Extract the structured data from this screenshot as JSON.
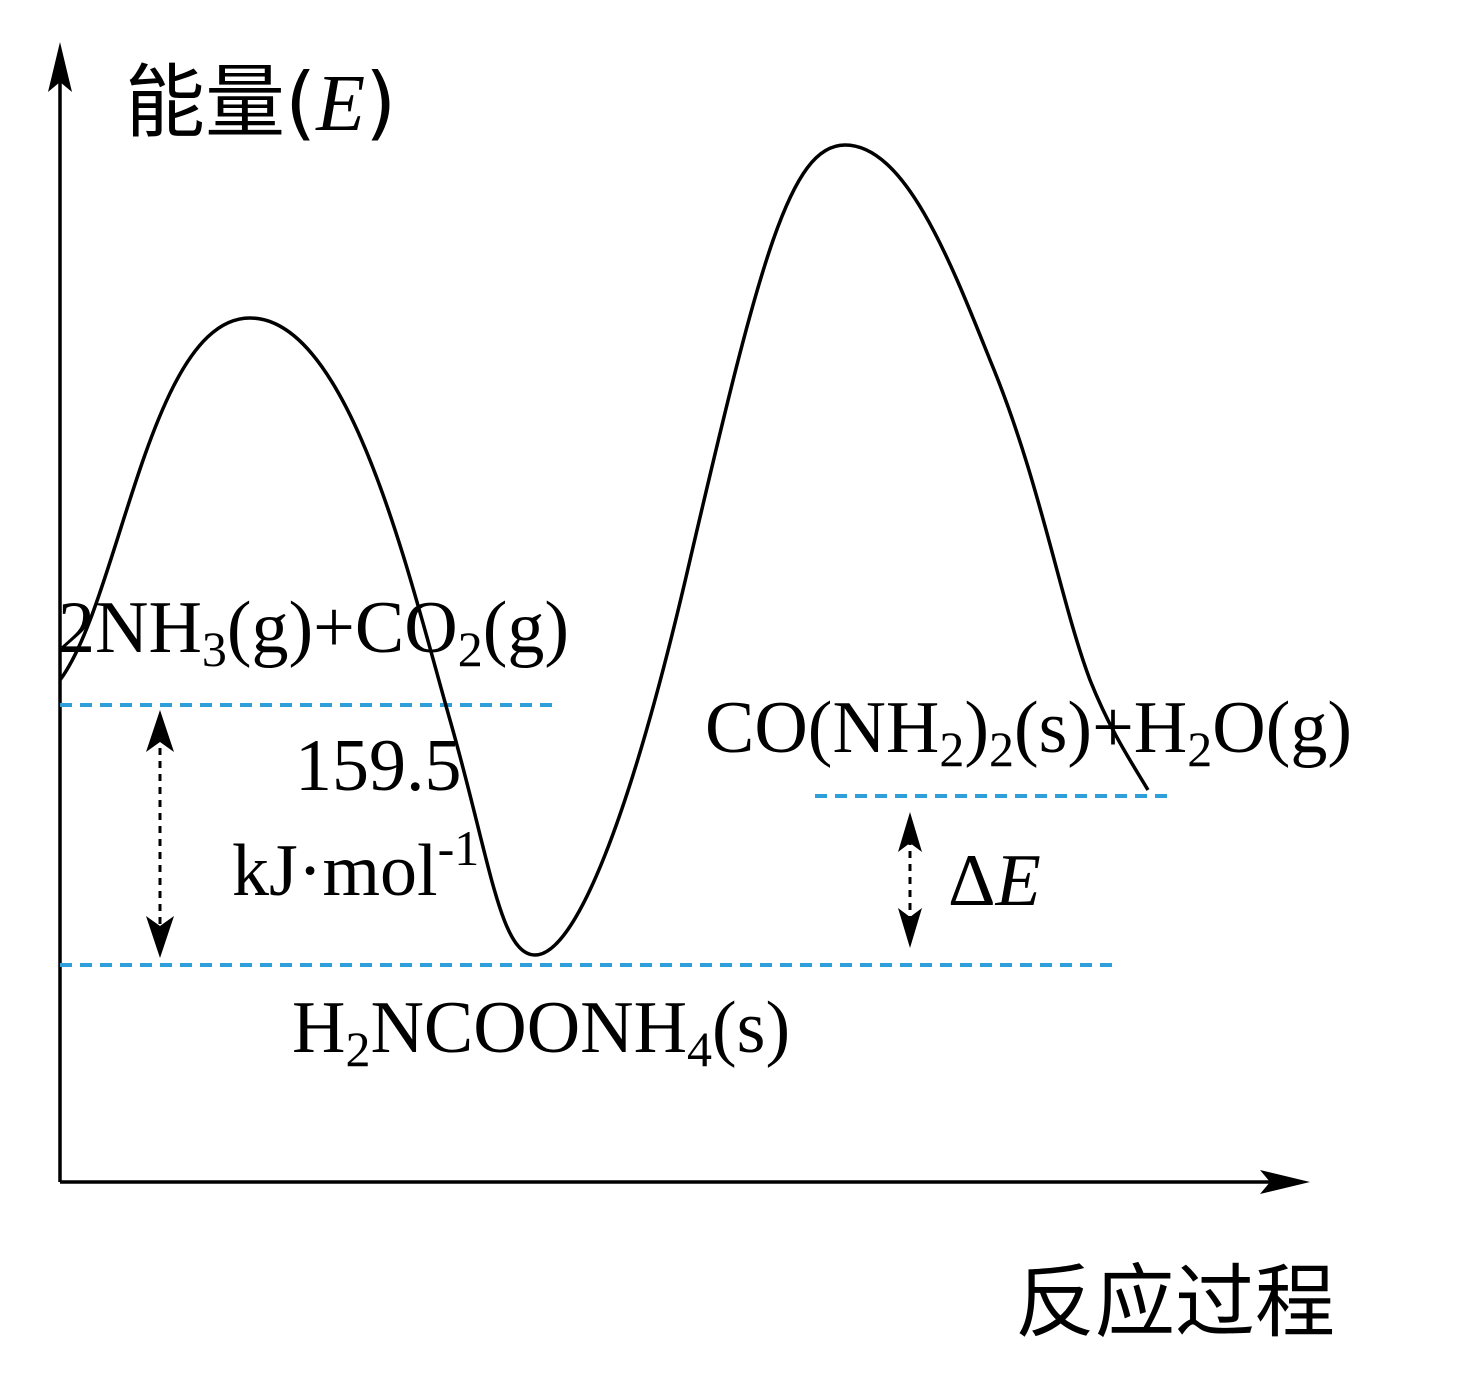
{
  "axes": {
    "y_label_prefix": "能量(",
    "y_label_var": "E",
    "y_label_suffix": ")",
    "x_label": "反应过程"
  },
  "species": {
    "reactants": {
      "a_coef": "2NH",
      "a_sub": "3",
      "a_state": "(g)+CO",
      "b_sub": "2",
      "b_state": "(g)"
    },
    "intermediate": {
      "p1": "H",
      "s1": "2",
      "p2": "NCOONH",
      "s2": "4",
      "p3": "(s)"
    },
    "products": {
      "p1": "CO(NH",
      "s1": "2",
      "p2": ")",
      "s2": "2",
      "p3": "(s)+H",
      "s3": "2",
      "p4": "O(g)"
    }
  },
  "energy_gap": {
    "value": "159.5",
    "unit_main": "kJ·mol",
    "unit_exp": "-1"
  },
  "delta": {
    "symbol": "Δ",
    "var": "E"
  },
  "colors": {
    "levels": "#2e9fd8",
    "curve": "#000000"
  }
}
